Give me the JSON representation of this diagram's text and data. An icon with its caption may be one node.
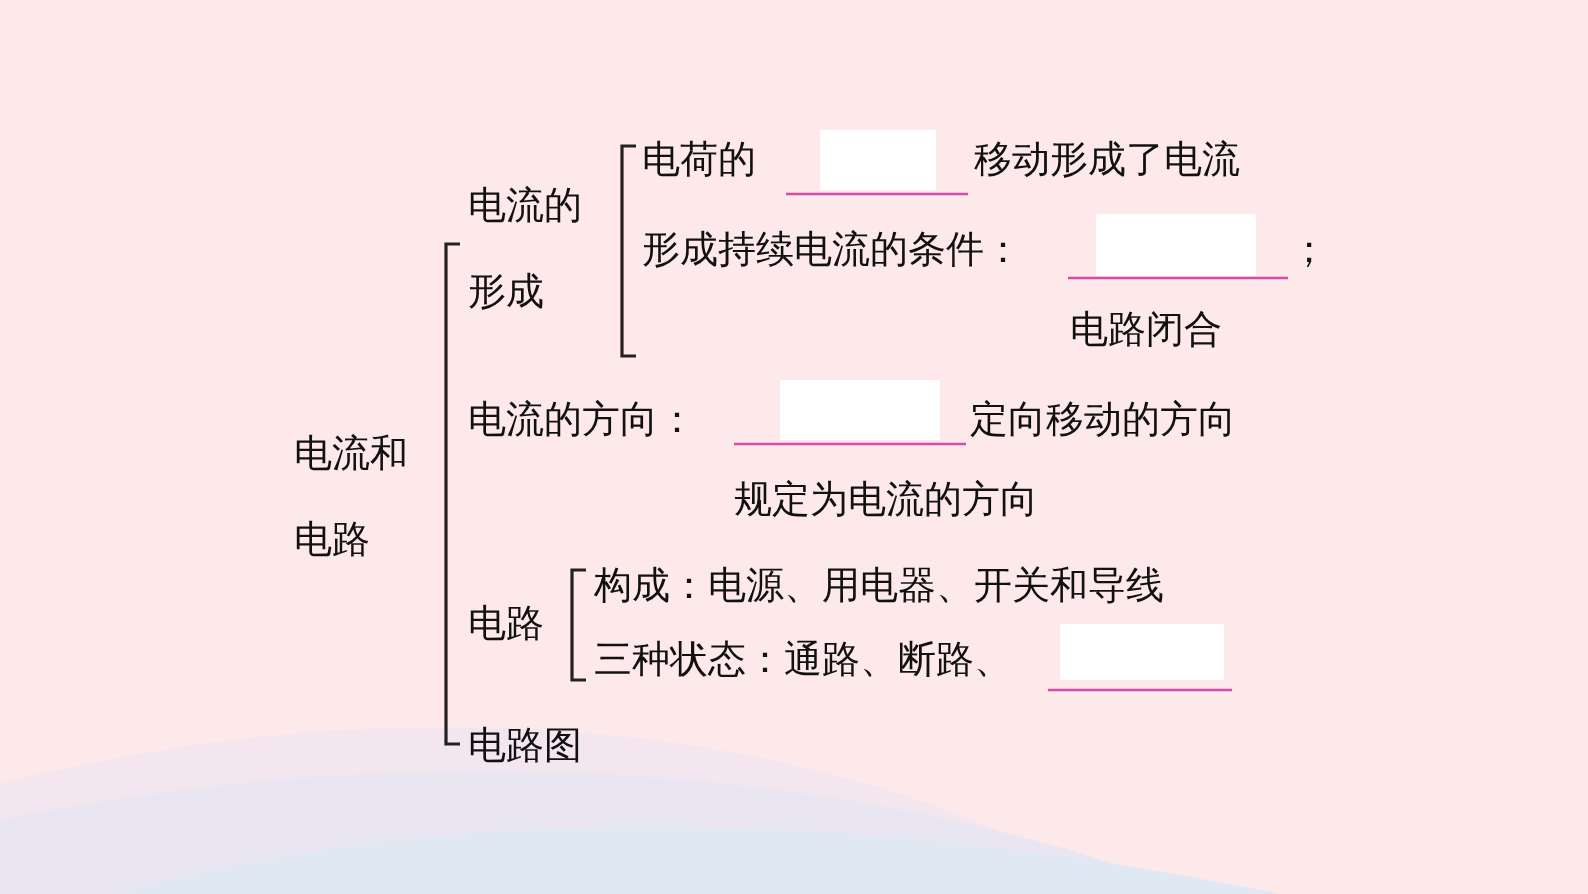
{
  "diagram": {
    "labels": [
      "电流和电路",
      "电流的形成",
      "电荷的",
      "移动形成了电流",
      "形成持续电流的条件：",
      "；",
      "电路闭合",
      "电流的方向：",
      "定向移动的方向",
      "规定为电流的方向",
      "电路",
      "构成：电源、用电器、开关和导线",
      "三种状态：通路、断路、",
      "电路图"
    ]
  }
}
